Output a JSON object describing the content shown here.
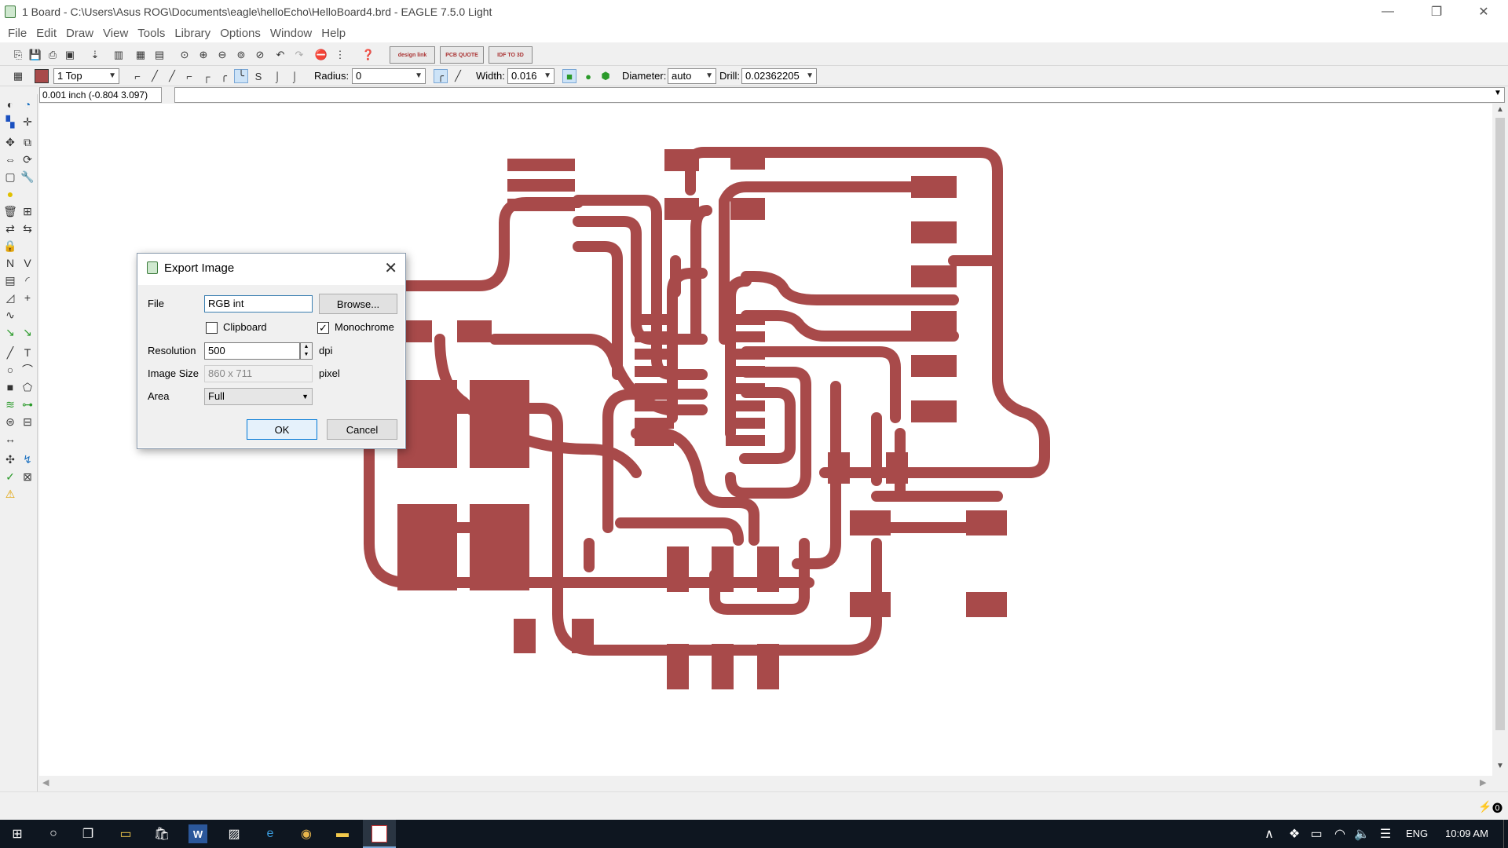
{
  "window": {
    "title": "1 Board - C:\\Users\\Asus ROG\\Documents\\eagle\\helloEcho\\HelloBoard4.brd - EAGLE 7.5.0 Light",
    "minimize": "—",
    "restore": "❐",
    "close": "✕"
  },
  "menu": [
    "File",
    "Edit",
    "Draw",
    "View",
    "Tools",
    "Library",
    "Options",
    "Window",
    "Help"
  ],
  "toolbar": {
    "brand_buttons": [
      "design link",
      "PCB QUOTE",
      "IDF TO 3D"
    ]
  },
  "params": {
    "layer": "1 Top",
    "radius_label": "Radius:",
    "radius_value": "0",
    "width_label": "Width:",
    "width_value": "0.016",
    "diameter_label": "Diameter:",
    "diameter_value": "auto",
    "drill_label": "Drill:",
    "drill_value": "0.02362205",
    "layer_color": "#a84a4a"
  },
  "command": {
    "coords": "0.001 inch (-0.804 3.097)",
    "input": ""
  },
  "dialog": {
    "title": "Export Image",
    "file_label": "File",
    "file_value": "RGB int",
    "browse": "Browse...",
    "clipboard_label": "Clipboard",
    "clipboard_checked": false,
    "monochrome_label": "Monochrome",
    "monochrome_checked": true,
    "resolution_label": "Resolution",
    "resolution_value": "500",
    "resolution_unit": "dpi",
    "size_label": "Image Size",
    "size_value": "860 x 711",
    "size_unit": "pixel",
    "area_label": "Area",
    "area_value": "Full",
    "ok": "OK",
    "cancel": "Cancel"
  },
  "board": {
    "trace_color": "#a84a4a"
  },
  "taskbar": {
    "language": "ENG",
    "time": "10:09 AM"
  }
}
